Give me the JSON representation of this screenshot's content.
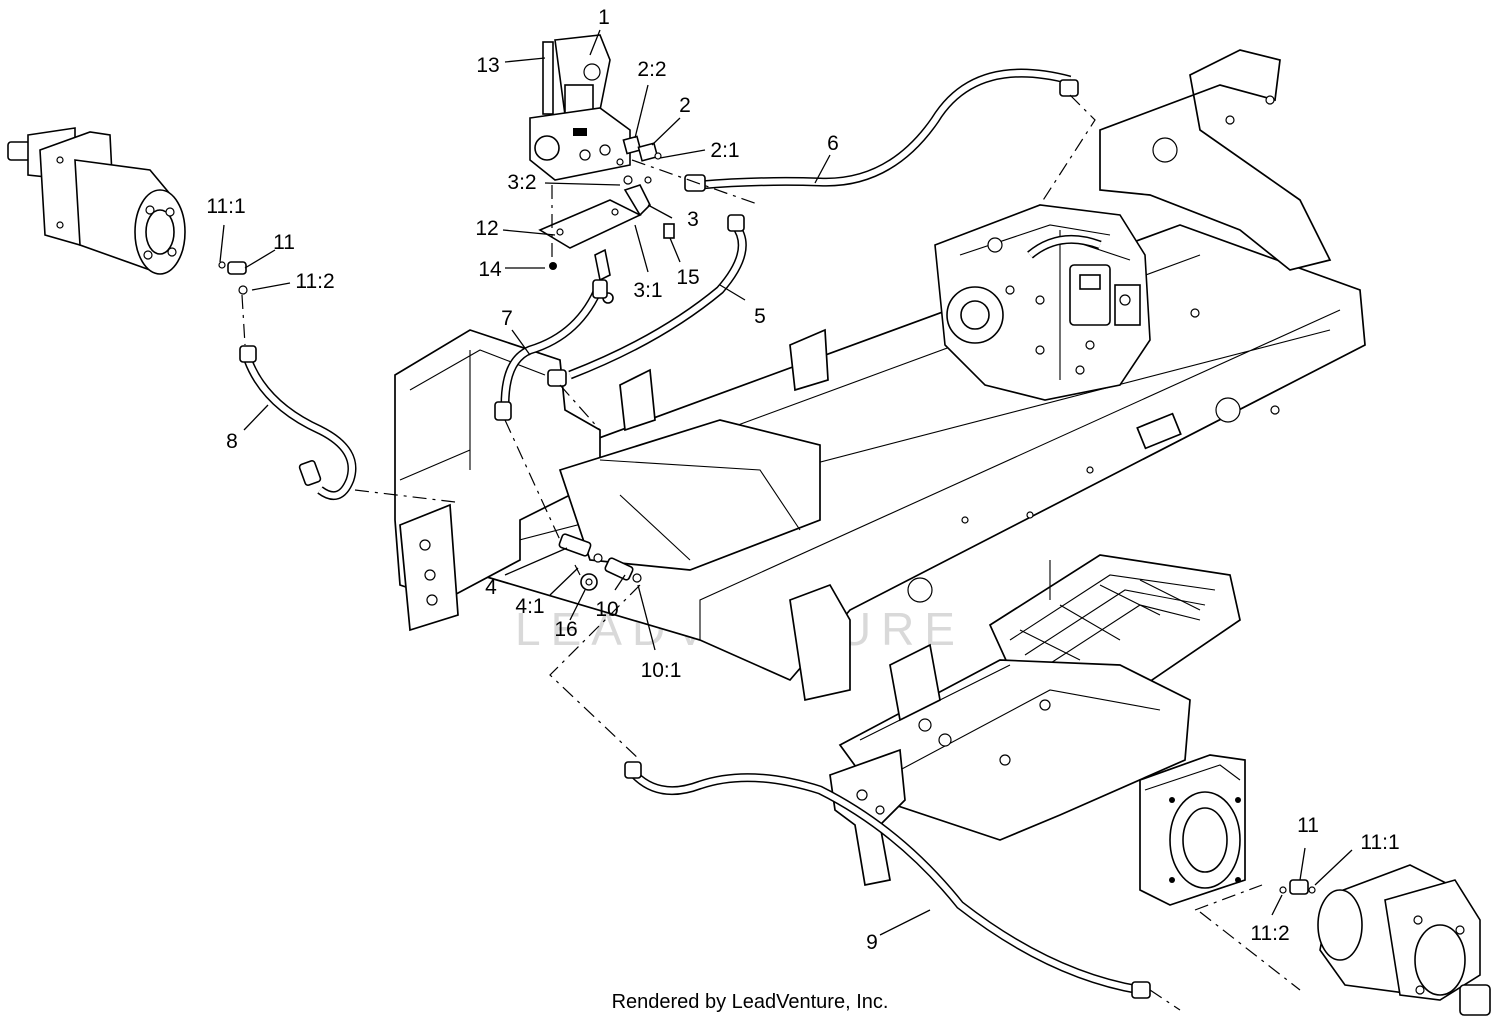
{
  "diagram": {
    "callouts": [
      {
        "id": "c-1",
        "text": "1"
      },
      {
        "id": "c-13",
        "text": "13"
      },
      {
        "id": "c-2-2",
        "text": "2:2"
      },
      {
        "id": "c-2",
        "text": "2"
      },
      {
        "id": "c-2-1",
        "text": "2:1"
      },
      {
        "id": "c-6",
        "text": "6"
      },
      {
        "id": "c-3-2",
        "text": "3:2"
      },
      {
        "id": "c-3",
        "text": "3"
      },
      {
        "id": "c-12",
        "text": "12"
      },
      {
        "id": "c-14",
        "text": "14"
      },
      {
        "id": "c-15",
        "text": "15"
      },
      {
        "id": "c-3-1",
        "text": "3:1"
      },
      {
        "id": "c-5",
        "text": "5"
      },
      {
        "id": "c-7",
        "text": "7"
      },
      {
        "id": "c-11-1-left",
        "text": "11:1"
      },
      {
        "id": "c-11-left",
        "text": "11"
      },
      {
        "id": "c-11-2-left",
        "text": "11:2"
      },
      {
        "id": "c-8",
        "text": "8"
      },
      {
        "id": "c-4",
        "text": "4"
      },
      {
        "id": "c-4-1",
        "text": "4:1"
      },
      {
        "id": "c-16",
        "text": "16"
      },
      {
        "id": "c-10",
        "text": "10"
      },
      {
        "id": "c-10-1",
        "text": "10:1"
      },
      {
        "id": "c-11-right",
        "text": "11"
      },
      {
        "id": "c-11-1-right",
        "text": "11:1"
      },
      {
        "id": "c-11-2-right",
        "text": "11:2"
      },
      {
        "id": "c-9",
        "text": "9"
      }
    ],
    "watermark": "LEADVENTURE",
    "footer": "Rendered by LeadVenture, Inc."
  }
}
